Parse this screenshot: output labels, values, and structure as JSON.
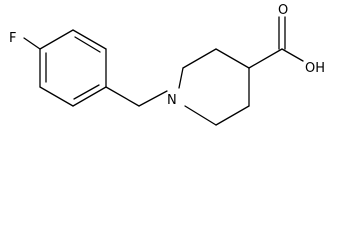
{
  "molecule": {
    "atoms": {
      "fluorine": "F",
      "nitrogen": "N",
      "carbonyl_oxygen": "O",
      "hydroxyl": "OH"
    }
  }
}
